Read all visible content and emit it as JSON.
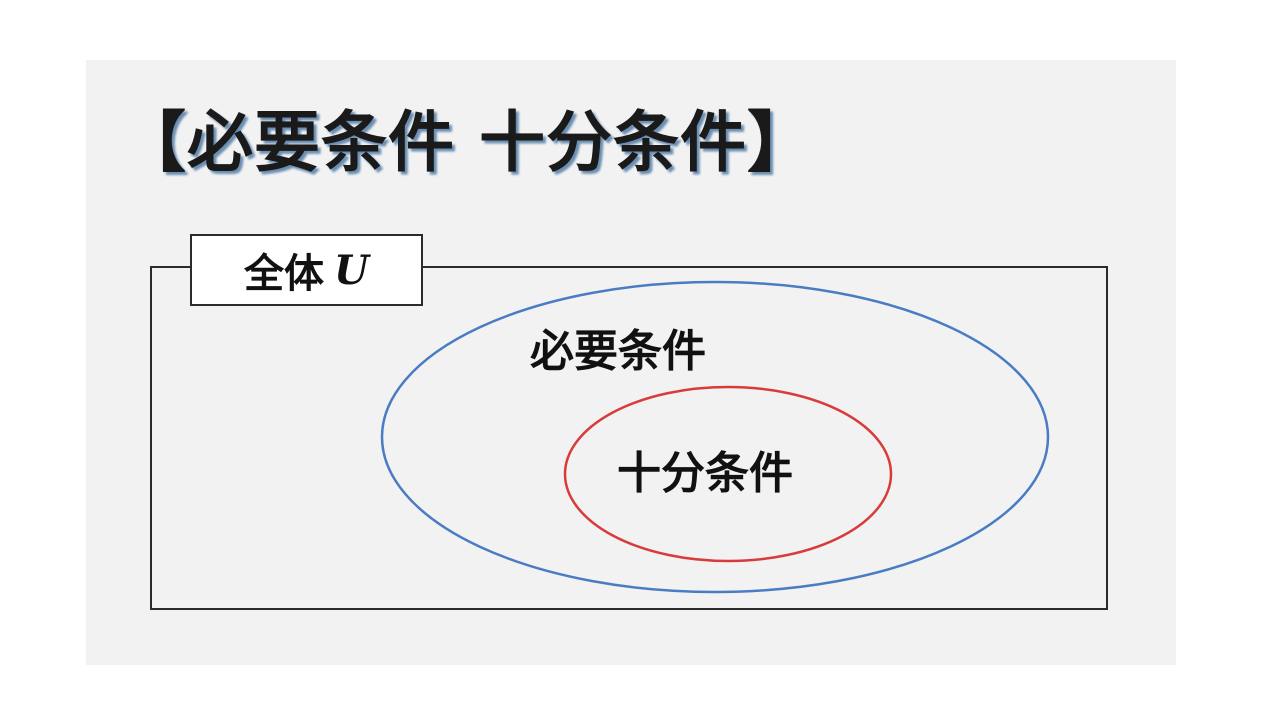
{
  "title": {
    "open_bracket": "【",
    "text": "必要条件 十分条件",
    "close_bracket": "】"
  },
  "universe": {
    "label": "全体",
    "variable": "U"
  },
  "sets": {
    "necessary": {
      "label": "必要条件",
      "color": "#4a7cc4"
    },
    "sufficient": {
      "label": "十分条件",
      "color": "#d93a3a"
    }
  },
  "colors": {
    "panel_background": "#f2f2f2",
    "title_shadow": "#6a8fb3",
    "border": "#2b2b2b"
  }
}
